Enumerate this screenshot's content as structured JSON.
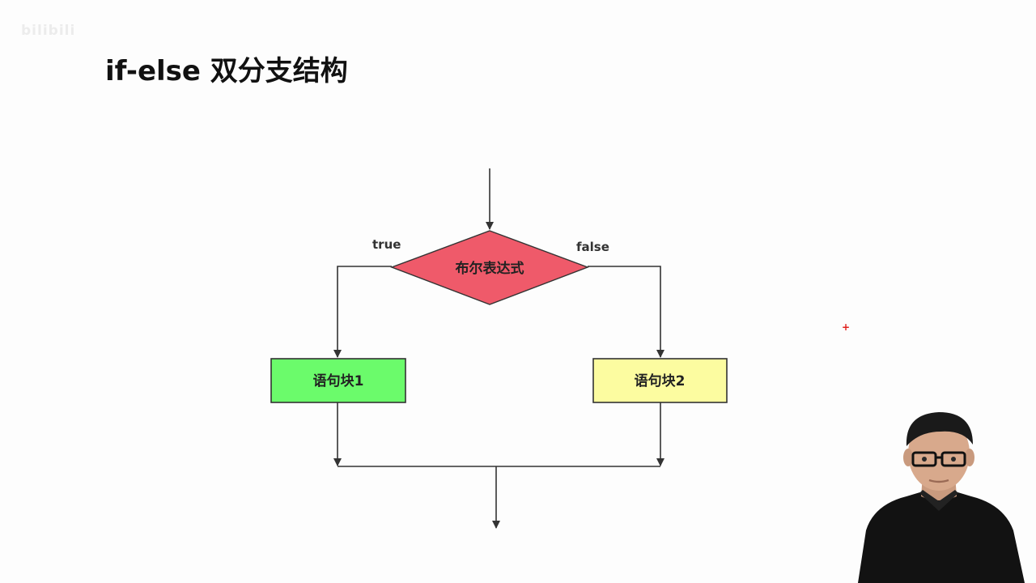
{
  "watermark": {
    "text": "bilibili"
  },
  "slide": {
    "title": "if-else 双分支结构"
  },
  "diagram": {
    "condition": {
      "label": "布尔表达式",
      "color": "#ef5a6a"
    },
    "true_branch": {
      "edge_label": "true",
      "block_label": "语句块1",
      "color": "#6bfb6b"
    },
    "false_branch": {
      "edge_label": "false",
      "block_label": "语句块2",
      "color": "#fcfca0"
    }
  },
  "presenter": {
    "icon": "person-video"
  }
}
